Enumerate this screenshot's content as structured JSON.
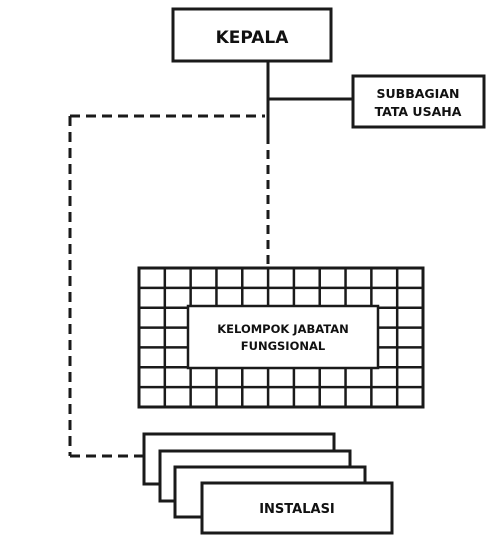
{
  "diagram": {
    "nodes": {
      "kepala": {
        "label": "KEPALA"
      },
      "subbagian": {
        "line1": "SUBBAGIAN",
        "line2": "TATA USAHA"
      },
      "kelompok": {
        "line1": "KELOMPOK JABATAN",
        "line2": "FUNGSIONAL"
      },
      "instalasi": {
        "label": "INSTALASI"
      }
    },
    "colors": {
      "stroke": "#1a1a1a",
      "fill": "#ffffff",
      "text": "#111111"
    }
  }
}
